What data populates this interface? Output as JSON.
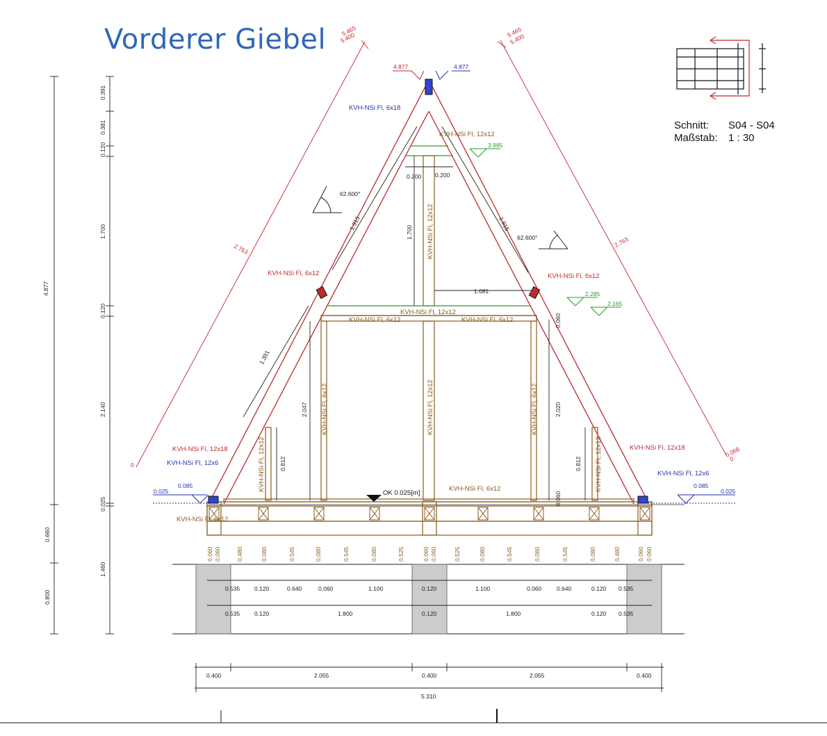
{
  "title": "Vorderer Giebel",
  "section_info": {
    "schnitt_label": "Schnitt:",
    "schnitt_value": "S04 - S04",
    "massstab_label": "Maßstab:",
    "massstab_value": "1 : 30"
  },
  "colors": {
    "title": "#2f67b8",
    "rafter": "#c0282e",
    "timber": "#8a5a1c",
    "dimension": "#222222",
    "level_green": "#2a9a2a",
    "level_blue": "#2233aa",
    "foundation": "#cccccc"
  },
  "labels": {
    "ridge": "KVH-NSi Fl, 6x18",
    "collar_top": "KVH-NSi Fl, 12x12",
    "king_post_upper": "KVH-NSi Fl, 12x12",
    "collar_beam": "KVH-NSi Fl, 12x12",
    "rail_left": "KVH-NSi Fl, 6x12",
    "rail_right": "KVH-NSi Fl, 6x12",
    "purlin_left": "KVH-NSi Fl, 6x12",
    "purlin_right": "KVH-NSi Fl, 6x12",
    "stud_left": "KVH-NSi Fl, 6x12",
    "stud_center": "KVH-NSi Fl, 12x12",
    "stud_right": "KVH-NSi Fl, 6x12",
    "short_stud_left": "KVH-NSi Fl, 12x12",
    "short_stud_right": "KVH-NSi Fl, 12x12",
    "rafter_left": "KVH-NSi Fl, 12x18",
    "rafter_right": "KVH-NSi Fl, 12x18",
    "plate_left": "KVH-NSi Fl, 12x6",
    "plate_right": "KVH-NSi Fl, 12x6",
    "sill_left": "KVH-NSi Fl, 6x12",
    "sill_center": "KVH-NSi Fl, 6x12",
    "ok_level": "OK 0.025[m]"
  },
  "levels": {
    "ridge_left": "4.877",
    "ridge_right": "4.877",
    "collar": "3.985",
    "purlin_1": "2.285",
    "purlin_2": "2.165",
    "base_left_1": "0.025",
    "base_left_2": "0.085",
    "base_right_1": "0.085",
    "base_right_2": "0.025"
  },
  "dimensions": {
    "rafter_outer_top_left": "5.465",
    "rafter_outer_bottom_left": "5.400",
    "rafter_outer_top_right": "5.465",
    "rafter_outer_bottom_right": "5.400",
    "rafter_mid_left": "2.763",
    "rafter_mid_right": "2.763",
    "rafter_zero_left": "0",
    "rafter_zero_right": "0",
    "rafter_end_right": "0.068",
    "slope_upper_left": "1.915",
    "slope_upper_right": "1.915",
    "slope_lower_left": "1.391",
    "angle_left": "62.600°",
    "angle_right": "62.600°",
    "king_post_width_left": "0.200",
    "king_post_width_right": "0.200",
    "king_post_height": "1.700",
    "collar_half": "1.081",
    "wall_height_left": "2.047",
    "wall_height_right": "2.020",
    "short_left": "0.812",
    "short_right": "0.812",
    "gap_right_top": "0.060",
    "gap_right_bottom": "0.060",
    "vert_total": "4.877",
    "vert_0_391": "0.391",
    "vert_0_381": "0.381",
    "vert_0_120a": "0.120",
    "vert_1_700": "1.700",
    "vert_0_120b": "0.120",
    "vert_2_140": "2.140",
    "vert_0_025": "0.025",
    "vert_0_660": "0.660",
    "vert_0_800": "0.800",
    "vert_1_460": "1.460",
    "horiz_row1": [
      "0.060",
      "0.060",
      "0.480",
      "0.080",
      "0.545",
      "0.080",
      "0.545",
      "0.080",
      "0.525",
      "0.060",
      "0.060",
      "0.525",
      "0.080",
      "0.545",
      "0.080",
      "0.545",
      "0.080",
      "0.480",
      "0.060",
      "0.060"
    ],
    "horiz_row2": [
      "0.535",
      "0.120",
      "0.640",
      "0.060",
      "1.100",
      "0.120",
      "1.100",
      "0.060",
      "0.640",
      "0.120",
      "0.535"
    ],
    "horiz_row3": [
      "0.535",
      "0.120",
      "1.800",
      "0.120",
      "1.800",
      "0.120",
      "0.535"
    ],
    "bottom_row1": [
      "0.400",
      "2.055",
      "0.400",
      "2.055",
      "0.400"
    ],
    "bottom_total": "5.310"
  }
}
